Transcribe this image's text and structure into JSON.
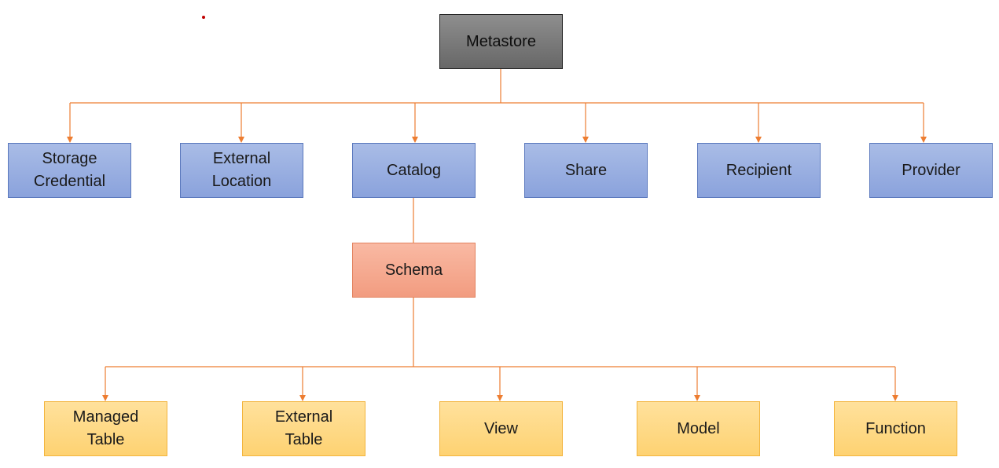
{
  "diagram": {
    "root": {
      "label": "Metastore"
    },
    "level1": [
      {
        "label": "Storage\nCredential"
      },
      {
        "label": "External\nLocation"
      },
      {
        "label": "Catalog"
      },
      {
        "label": "Share"
      },
      {
        "label": "Recipient"
      },
      {
        "label": "Provider"
      }
    ],
    "schema": {
      "label": "Schema"
    },
    "level3": [
      {
        "label": "Managed\nTable"
      },
      {
        "label": "External\nTable"
      },
      {
        "label": "View"
      },
      {
        "label": "Model"
      },
      {
        "label": "Function"
      }
    ],
    "colors": {
      "connector": "#ed7d31",
      "root_fill": "#7a7a7a",
      "level1_fill": "#8faadc",
      "schema_fill": "#f4b183",
      "level3_fill": "#ffd966"
    }
  }
}
